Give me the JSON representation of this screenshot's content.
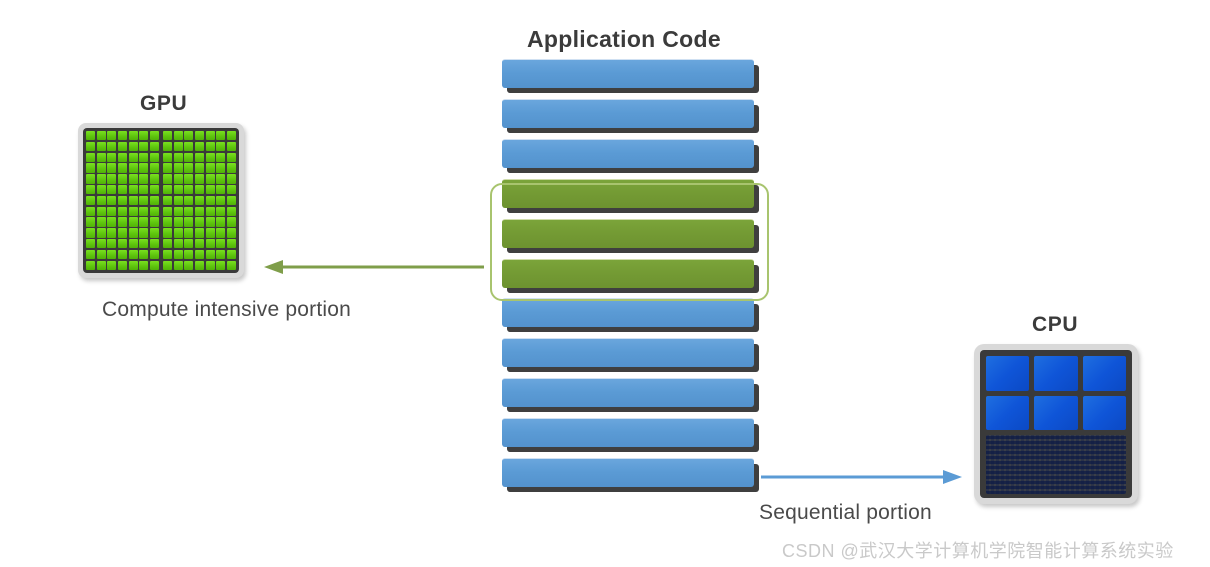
{
  "diagram": {
    "title": "Application Code",
    "gpu": {
      "label": "GPU",
      "caption": "Compute intensive portion",
      "core_color": "#5dc40d",
      "die_color": "#3a3a3a",
      "columns_per_half": 7,
      "rows": 13,
      "halves": 2
    },
    "cpu": {
      "label": "CPU",
      "caption": "Sequential portion",
      "core_color": "#0f55d8",
      "die_color": "#3a3a3a",
      "core_count": 6,
      "cache_label": ""
    },
    "bars": [
      {
        "type": "blue",
        "color": "#5b9bd5"
      },
      {
        "type": "blue",
        "color": "#5b9bd5"
      },
      {
        "type": "blue",
        "color": "#5b9bd5"
      },
      {
        "type": "green",
        "color": "#749b34"
      },
      {
        "type": "green",
        "color": "#749b34"
      },
      {
        "type": "green",
        "color": "#749b34"
      },
      {
        "type": "blue",
        "color": "#5b9bd5"
      },
      {
        "type": "blue",
        "color": "#5b9bd5"
      },
      {
        "type": "blue",
        "color": "#5b9bd5"
      },
      {
        "type": "blue",
        "color": "#5b9bd5"
      },
      {
        "type": "blue",
        "color": "#5b9bd5"
      }
    ],
    "highlight": {
      "border_color": "#a8c46e",
      "covers_bars": [
        3,
        4,
        5
      ]
    },
    "arrows": [
      {
        "name": "gpu-arrow",
        "color": "#7f9e4a",
        "direction": "left"
      },
      {
        "name": "cpu-arrow",
        "color": "#5b9bd5",
        "direction": "right"
      }
    ]
  },
  "watermark": {
    "text": "CSDN @武汉大学计算机学院智能计算系统实验"
  }
}
